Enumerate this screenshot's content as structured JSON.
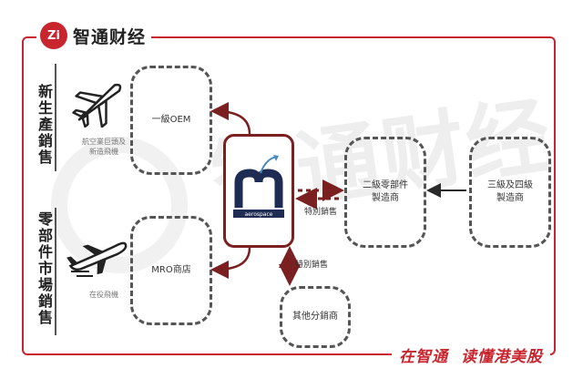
{
  "brand": {
    "logo_text": "Zi",
    "name": "智通财经"
  },
  "slogan": {
    "part1": "在智通",
    "part2": "读懂港美股"
  },
  "watermark": "智通财经",
  "categories": {
    "top": "新生產銷售",
    "bottom": "零部件市場銷售"
  },
  "icons": {
    "top": "airplane-icon",
    "bottom": "airplane-takeoff-icon"
  },
  "captions": {
    "top_line1": "航空業巨頭及",
    "top_line2": "新造飛機",
    "bottom": "在役飛機"
  },
  "boxes": {
    "oem": "一級OEM",
    "mro": "MRO商店",
    "tier2_line1": "二級零部件",
    "tier2_line2": "製造商",
    "tier34_line1": "三級及四級",
    "tier34_line2": "製造商",
    "other": "其他分銷商"
  },
  "center": {
    "logo_letter": "m",
    "logo_text": "aerospace"
  },
  "arrow_labels": {
    "right": "特別銷售",
    "down": "特別銷售"
  },
  "colors": {
    "brand_red": "#c8252e",
    "arrow_dark_red": "#7a2020",
    "dashed_gray": "#555555"
  }
}
